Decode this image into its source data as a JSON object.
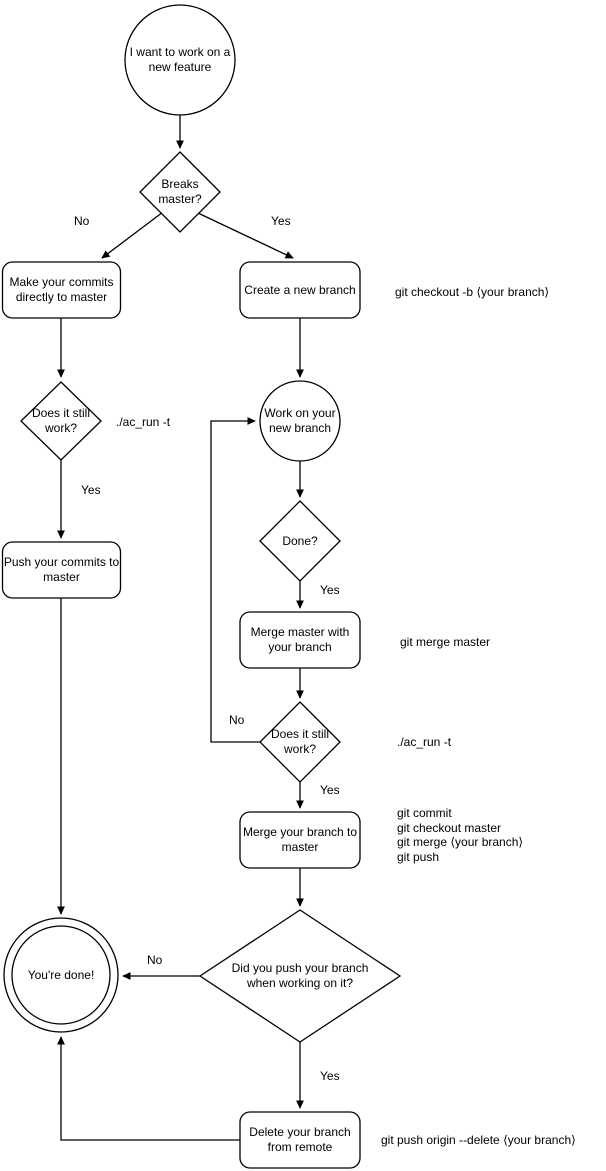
{
  "diagram": {
    "nodes": {
      "start": "I want to work on a new feature",
      "breaks_master": "Breaks master?",
      "make_commits": "Make your commits directly to master",
      "create_branch": "Create a new branch",
      "does_it_still_work_left": "Does it still work?",
      "work_on_branch": "Work on your new branch",
      "push_commits": "Push your commits to master",
      "done_q": "Done?",
      "merge_master": "Merge master with your branch",
      "does_it_still_work_right": "Does it still work?",
      "merge_branch": "Merge your branch to master",
      "did_you_push": "Did you push your branch when working on it?",
      "youre_done": "You're done!",
      "delete_branch": "Delete your branch from remote"
    },
    "edge_labels": {
      "breaks_no": "No",
      "breaks_yes": "Yes",
      "still_works_left_yes": "Yes",
      "done_yes": "Yes",
      "still_works_right_no": "No",
      "still_works_right_yes": "Yes",
      "did_push_no": "No",
      "did_push_yes": "Yes"
    },
    "annotations": {
      "checkout_cmd": "git checkout -b ⟨your branch⟩",
      "ac_run_left": "./ac_run -t",
      "merge_master_cmd": "git merge master",
      "ac_run_right": "./ac_run -t",
      "merge_branch_cmds": [
        "git commit",
        "git checkout master",
        "git merge ⟨your branch⟩",
        "git push"
      ],
      "delete_cmd": "git push origin --delete ⟨your branch⟩"
    },
    "colors": {
      "stroke": "#000000",
      "background": "#ffffff"
    }
  }
}
